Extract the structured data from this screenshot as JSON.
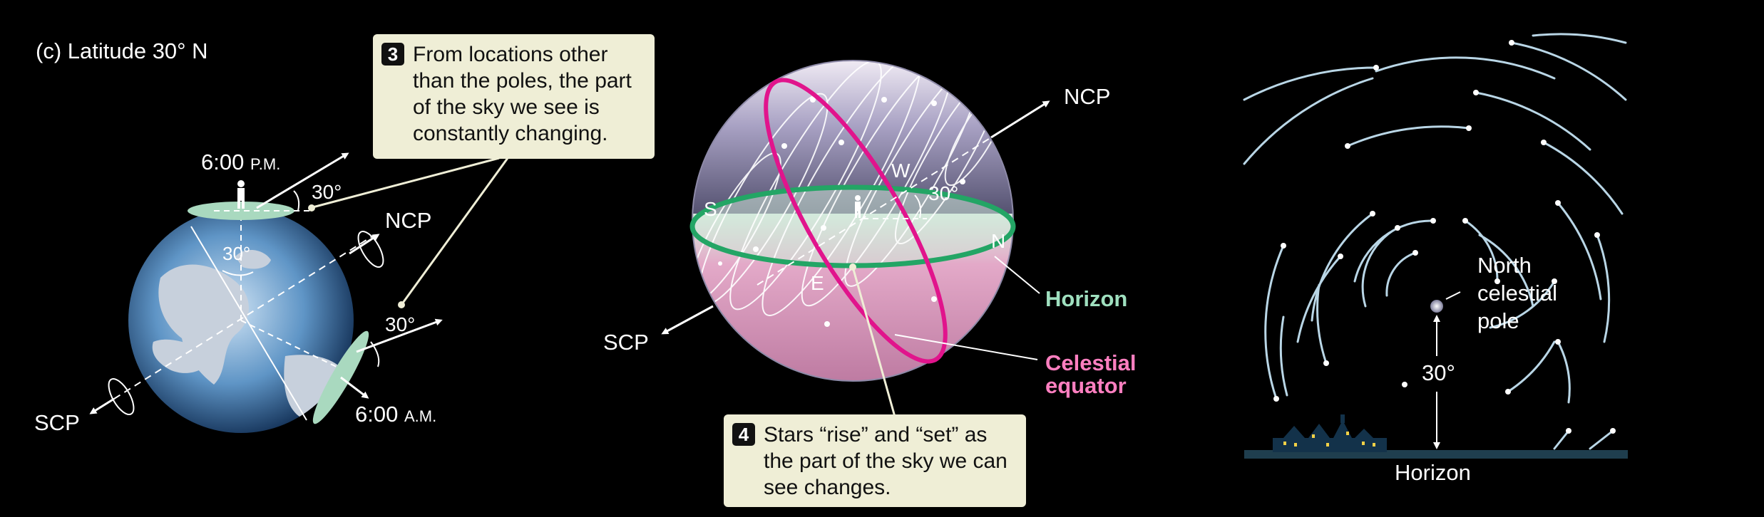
{
  "panel_label": "(c)  Latitude 30° N",
  "callout3": {
    "number": "3",
    "text": "From locations other\nthan the poles, the part\nof the sky we see is\nconstantly changing."
  },
  "callout4": {
    "number": "4",
    "text": "Stars “rise” and “set” as\nthe part of the sky we can\nsee changes."
  },
  "earth": {
    "pm_time": "6:00",
    "pm_suffix": "P.M.",
    "am_time": "6:00",
    "am_suffix": "A.M.",
    "angle_top": "30°",
    "angle_lat": "30°",
    "angle_right": "30°",
    "ncp": "NCP",
    "scp": "SCP"
  },
  "sphere": {
    "ncp": "NCP",
    "scp": "SCP",
    "w": "W",
    "s": "S",
    "n": "N",
    "e": "E",
    "angle": "30°",
    "horizon": "Horizon",
    "celestial_line1": "Celestial",
    "celestial_line2": "equator",
    "horizon_color": "#9fe0bf",
    "equator_color": "#ff7fc0"
  },
  "sky": {
    "pole_line1": "North",
    "pole_line2": "celestial",
    "pole_line3": "pole",
    "angle": "30°",
    "horizon": "Horizon"
  }
}
